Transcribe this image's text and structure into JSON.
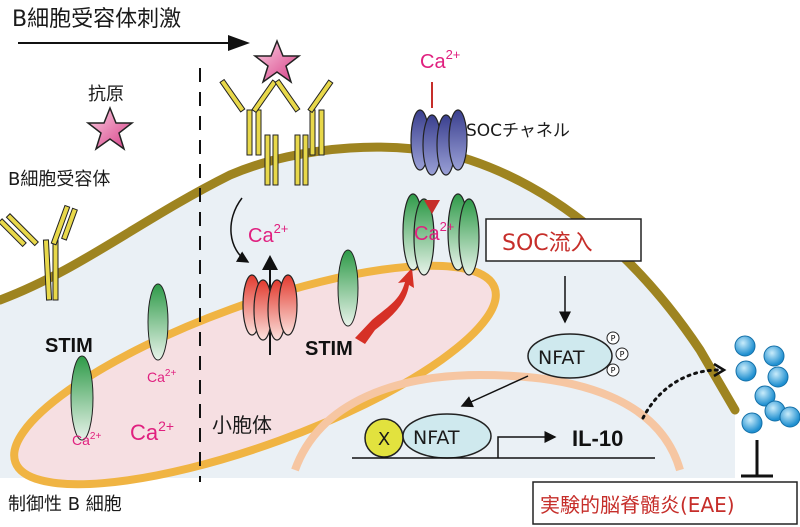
{
  "title": "B細胞受容体刺激",
  "labels": {
    "antigen": "抗原",
    "bcr": "B細胞受容体",
    "soc_channel": "SOCチャネル",
    "soc_influx": "SOC流入",
    "stim_left": "STIM",
    "stim_right": "STIM",
    "er": "小胞体",
    "cell": "制御性 B 細胞",
    "nfat_p": "NFAT",
    "nfat_nuc": "NFAT",
    "x_factor": "X",
    "il10": "IL-10",
    "eae": "実験的脳脊髄炎(EAE)",
    "phospho": "P",
    "ca": "Ca",
    "ca_sup": "2+"
  },
  "colors": {
    "membrane": "#9e8420",
    "er_border": "#f0b443",
    "er_fill": "#f6dfe2",
    "nucleus": "#f6c6a2",
    "cell_fill": "#eaf0f5",
    "calcium": "#e0207f",
    "soc_red": "#c62e2a"
  }
}
